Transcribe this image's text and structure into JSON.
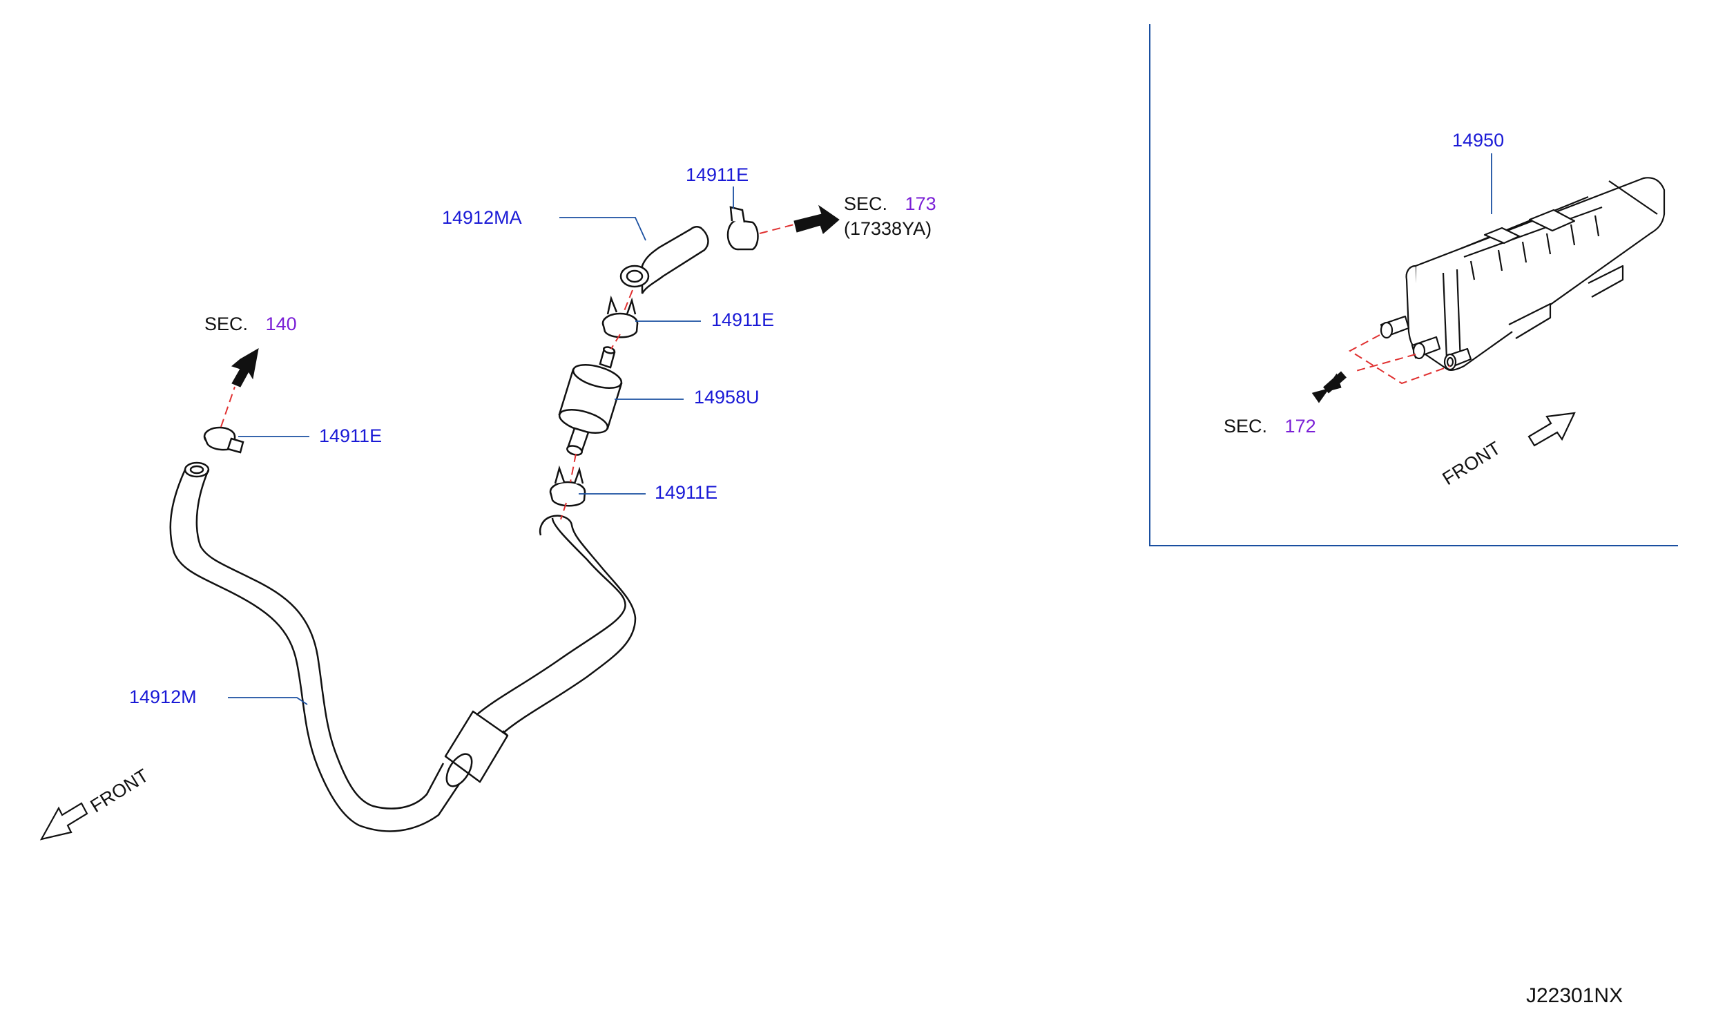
{
  "parts": {
    "p14912MA": "14912MA",
    "p14911E_top": "14911E",
    "p14911E_upper": "14911E",
    "p14958U": "14958U",
    "p14911E_lower": "14911E",
    "p14911E_left": "14911E",
    "p14912M": "14912M",
    "p14950": "14950"
  },
  "sections": {
    "sec173": {
      "prefix": "SEC.",
      "number": "173",
      "sub": "(17338YA)"
    },
    "sec140": {
      "prefix": "SEC.",
      "number": "140"
    },
    "sec172": {
      "prefix": "SEC.",
      "number": "172"
    }
  },
  "front_left": "FRONT",
  "front_right": "FRONT",
  "drawing_code": "J22301NX",
  "colors": {
    "part_label": "#1a1ad6",
    "section_number": "#7a1fd6",
    "leader_line": "#1a4fa0",
    "dashed_line": "#e03030",
    "line_art": "#111111"
  }
}
